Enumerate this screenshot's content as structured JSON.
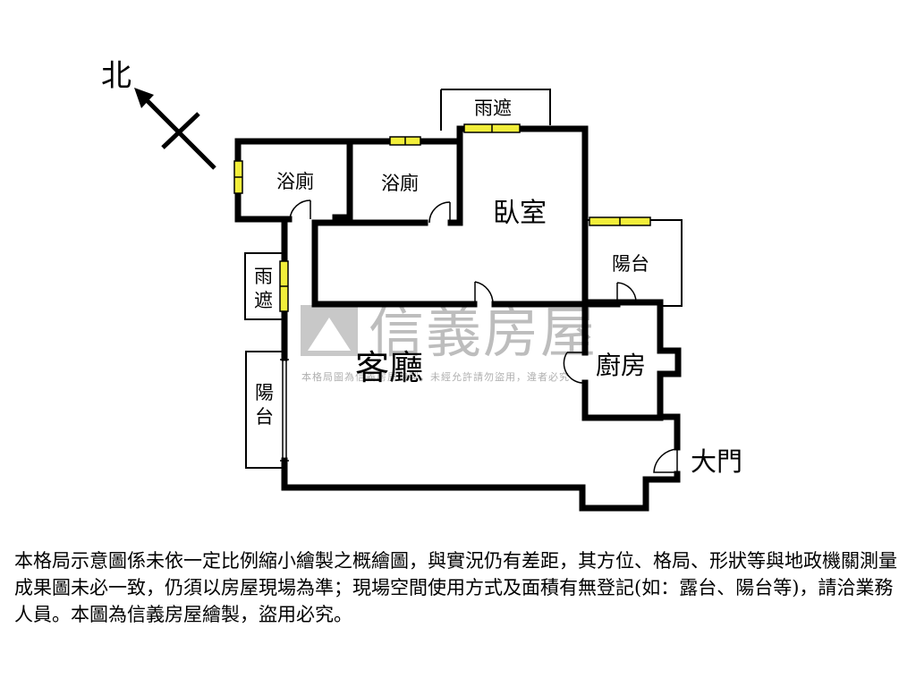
{
  "compass": {
    "label": "北"
  },
  "rooms": {
    "bath1": "浴廁",
    "bath2": "浴廁",
    "bedroom": "臥室",
    "balcony_right": "陽台",
    "balcony_left": "陽台",
    "canopy_top": "雨遮",
    "canopy_left": "雨遮",
    "living": "客廳",
    "kitchen": "廚房",
    "entrance": "大門"
  },
  "watermark": {
    "brand": "信義房屋",
    "notice": "本格局圖為信義房屋繪製，未經允許請勿盜用，違者必究"
  },
  "colors": {
    "wall": "#000000",
    "window": "#f2ee3a",
    "watermark": "#b8b8b8"
  },
  "disclaimer": "本格局示意圖係未依一定比例縮小繪製之概繪圖，與實況仍有差距，其方位、格局、形狀等與地政機關測量成果圖未必一致，仍須以房屋現場為準；現場空間使用方式及面積有無登記(如：露台、陽台等)，請洽業務人員。本圖為信義房屋繪製，盜用必究。"
}
